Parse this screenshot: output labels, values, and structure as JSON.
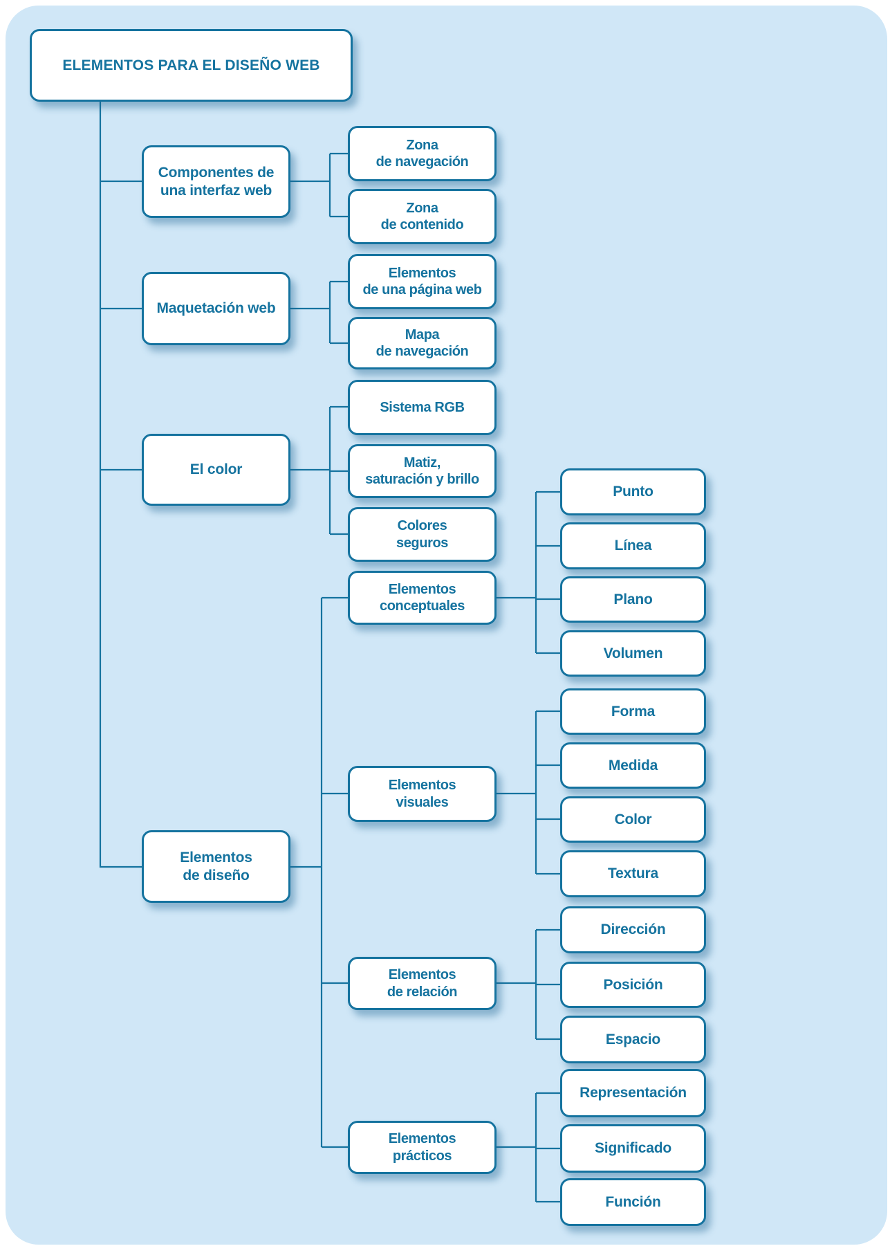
{
  "colors": {
    "panel_background": "#d0e7f7",
    "node_background": "#ffffff",
    "accent_blue": "#15739f"
  },
  "diagram": {
    "title": "ELEMENTOS PARA EL DISEÑO WEB",
    "branches": [
      {
        "label": "Componentes de\nuna interfaz web",
        "children": [
          {
            "label": "Zona\nde navegación"
          },
          {
            "label": "Zona\nde contenido"
          }
        ]
      },
      {
        "label": "Maquetación web",
        "children": [
          {
            "label": "Elementos\nde una página web"
          },
          {
            "label": "Mapa\nde navegación"
          }
        ]
      },
      {
        "label": "El color",
        "children": [
          {
            "label": "Sistema RGB"
          },
          {
            "label": "Matiz,\nsaturación y brillo"
          },
          {
            "label": "Colores\nseguros"
          }
        ]
      },
      {
        "label": "Elementos\nde diseño",
        "children": [
          {
            "label": "Elementos\nconceptuales",
            "children": [
              {
                "label": "Punto"
              },
              {
                "label": "Línea"
              },
              {
                "label": "Plano"
              },
              {
                "label": "Volumen"
              }
            ]
          },
          {
            "label": "Elementos\nvisuales",
            "children": [
              {
                "label": "Forma"
              },
              {
                "label": "Medida"
              },
              {
                "label": "Color"
              },
              {
                "label": "Textura"
              }
            ]
          },
          {
            "label": "Elementos\nde relación",
            "children": [
              {
                "label": "Dirección"
              },
              {
                "label": "Posición"
              },
              {
                "label": "Espacio"
              }
            ]
          },
          {
            "label": "Elementos\nprácticos",
            "children": [
              {
                "label": "Representación"
              },
              {
                "label": "Significado"
              },
              {
                "label": "Función"
              }
            ]
          }
        ]
      }
    ]
  }
}
